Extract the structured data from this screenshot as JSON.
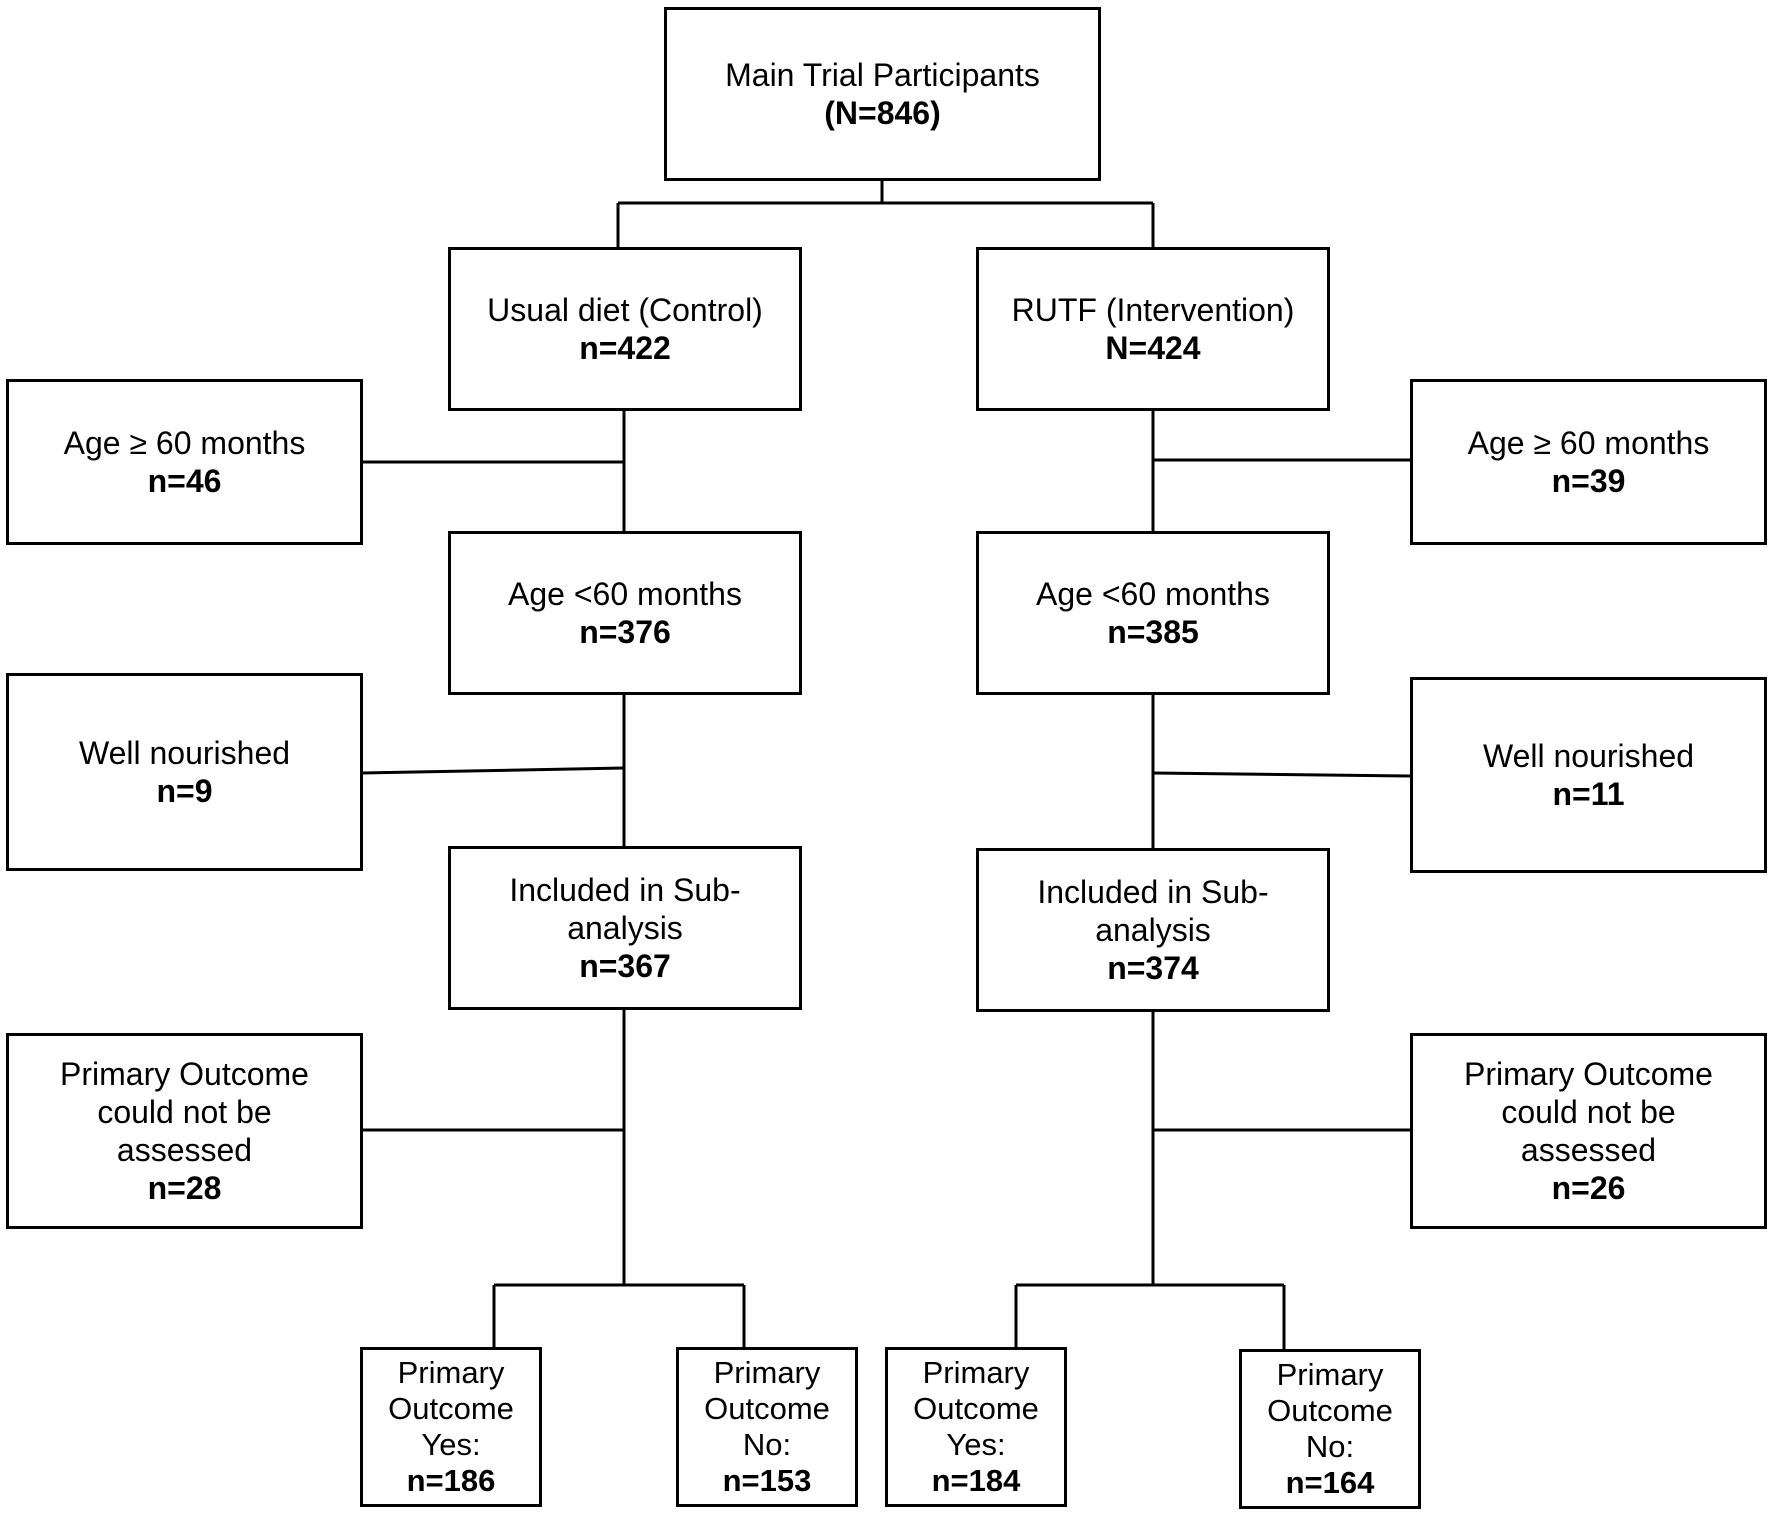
{
  "main": {
    "label": "Main Trial Participants",
    "count": "(N=846)"
  },
  "control": {
    "arm": {
      "label": "Usual diet (Control)",
      "count": "n=422"
    },
    "age_over": {
      "label": "Age ≥ 60 months",
      "count": "n=46"
    },
    "age_under": {
      "label": "Age <60 months",
      "count": "n=376"
    },
    "well_nourished": {
      "label": "Well nourished",
      "count": "n=9"
    },
    "included": {
      "label": "Included in Sub-\nanalysis",
      "count": "n=367"
    },
    "not_assessed": {
      "label": "Primary Outcome\ncould not be\nassessed",
      "count": "n=28"
    },
    "outcome_yes": {
      "label": "Primary\nOutcome\nYes:",
      "count": "n=186"
    },
    "outcome_no": {
      "label": "Primary\nOutcome\nNo:",
      "count": "n=153"
    }
  },
  "intervention": {
    "arm": {
      "label": "RUTF (Intervention)",
      "count": "N=424"
    },
    "age_over": {
      "label": "Age ≥ 60 months",
      "count": "n=39"
    },
    "age_under": {
      "label": "Age <60 months",
      "count": "n=385"
    },
    "well_nourished": {
      "label": "Well nourished",
      "count": "n=11"
    },
    "included": {
      "label": "Included in Sub-\nanalysis",
      "count": "n=374"
    },
    "not_assessed": {
      "label": "Primary Outcome\ncould not be\nassessed",
      "count": "n=26"
    },
    "outcome_yes": {
      "label": "Primary\nOutcome\nYes:",
      "count": "n=184"
    },
    "outcome_no": {
      "label": "Primary\nOutcome\nNo:",
      "count": "n=164"
    }
  }
}
